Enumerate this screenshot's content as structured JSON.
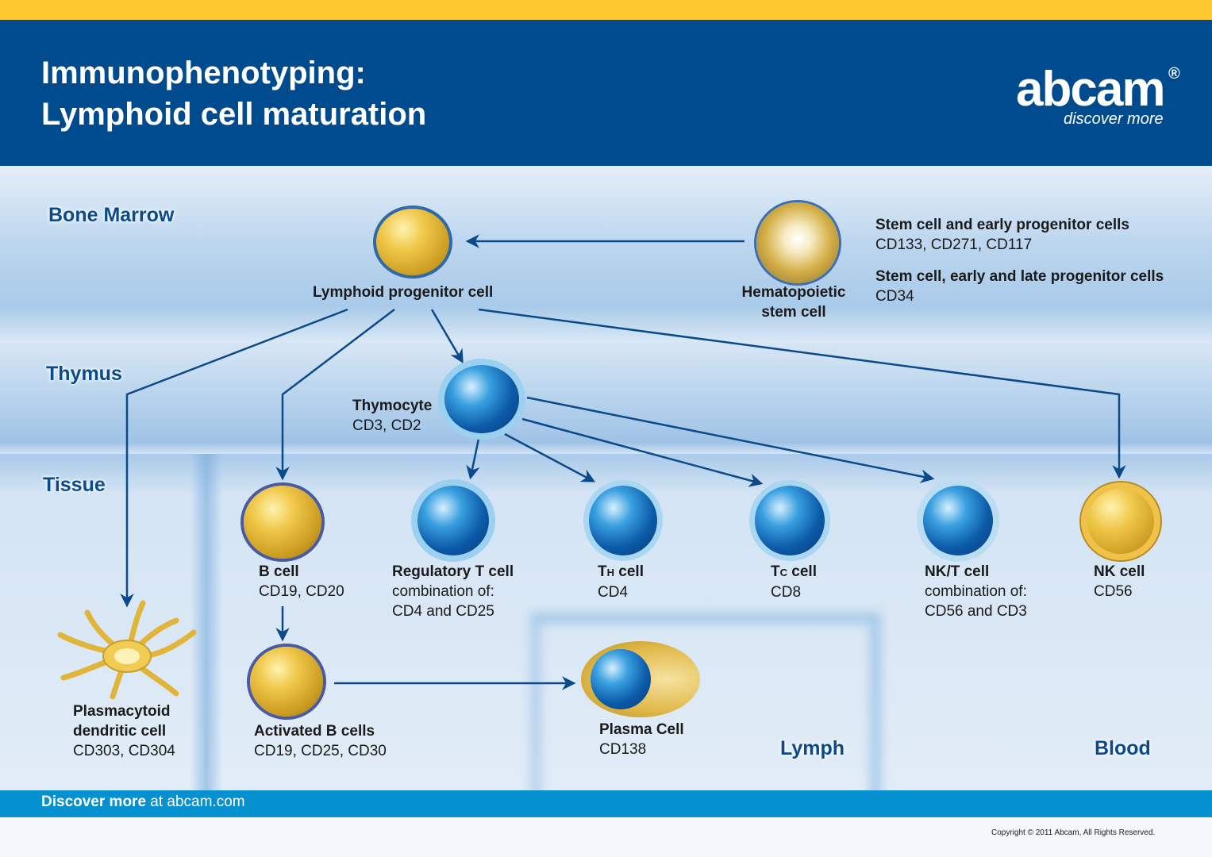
{
  "header": {
    "title_line1": "Immunophenotyping:",
    "title_line2": "Lymphoid cell maturation",
    "logo": "abcam",
    "logo_reg": "®",
    "tagline": "discover more"
  },
  "regions": {
    "bone_marrow": "Bone Marrow",
    "thymus": "Thymus",
    "tissue": "Tissue",
    "lymph": "Lymph",
    "blood": "Blood"
  },
  "cells": {
    "lymphoid_progenitor": {
      "name": "Lymphoid progenitor cell"
    },
    "hematopoietic": {
      "name_line1": "Hematopoietic",
      "name_line2": "stem cell"
    },
    "thymocyte": {
      "name": "Thymocyte",
      "markers": "CD3, CD2"
    },
    "b_cell": {
      "name": "B cell",
      "markers": "CD19, CD20"
    },
    "treg": {
      "name": "Regulatory T cell",
      "line2": "combination of:",
      "markers": "CD4 and CD25"
    },
    "th": {
      "name_main": "T",
      "name_sub": "H",
      "name_rest": " cell",
      "markers": "CD4"
    },
    "tc": {
      "name_main": "T",
      "name_sub": "C",
      "name_rest": " cell",
      "markers": "CD8"
    },
    "nkt": {
      "name": "NK/T cell",
      "line2": "combination of:",
      "markers": "CD56 and CD3"
    },
    "nk": {
      "name": "NK cell",
      "markers": "CD56"
    },
    "pdc": {
      "name_line1": "Plasmacytoid",
      "name_line2": "dendritic cell",
      "markers": "CD303, CD304"
    },
    "activated_b": {
      "name": "Activated B cells",
      "markers": "CD19, CD25, CD30"
    },
    "plasma": {
      "name": "Plasma Cell",
      "markers": "CD138"
    }
  },
  "stem_markers": {
    "heading1": "Stem cell and early progenitor cells",
    "markers1": "CD133, CD271, CD117",
    "heading2": "Stem cell, early and late progenitor cells",
    "markers2": "CD34"
  },
  "footer": {
    "bold": "Discover more",
    "rest": " at abcam.com",
    "copyright": "Copyright © 2011 Abcam, All Rights Reserved."
  },
  "colors": {
    "header_blue": "#004b8d",
    "top_stripe": "#fdc82f",
    "footer_blue": "#0590d0",
    "arrow": "#0b4a8a"
  }
}
